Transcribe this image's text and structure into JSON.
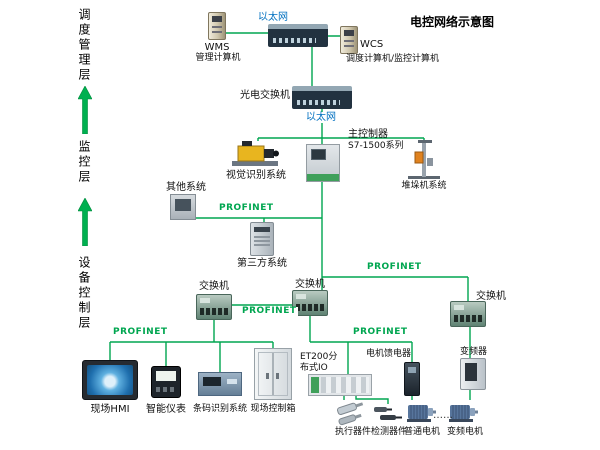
{
  "title": "电控网络示意图",
  "layers": {
    "top": "调度管理层",
    "middle": "监控层",
    "bottom": "设备控制层"
  },
  "network": {
    "ethernet": "以太网",
    "profinet": "PROFINET"
  },
  "nodes": {
    "wms": {
      "title": "WMS",
      "subtitle": "管理计算机"
    },
    "wcs": {
      "title": "WCS",
      "subtitle": "调度计算机/监控计算机"
    },
    "optical_switch": {
      "label": "光电交换机"
    },
    "plc": {
      "title": "主控制器",
      "subtitle": "S7-1500系列"
    },
    "vision": {
      "label": "视觉识别系统"
    },
    "stacker": {
      "label": "堆垛机系统"
    },
    "other_system": {
      "label": "其他系统"
    },
    "third_party": {
      "label": "第三方系统"
    },
    "switch_left": {
      "label": "交换机"
    },
    "switch_mid": {
      "label": "交换机"
    },
    "switch_right": {
      "label": "交换机"
    },
    "hmi": {
      "label": "现场HMI"
    },
    "meter": {
      "label": "智能仪表"
    },
    "barcode": {
      "label": "条码识别系统"
    },
    "control_box": {
      "label": "现场控制箱"
    },
    "et200": {
      "label": "ET200分布式IO"
    },
    "actuator": {
      "label": "执行器件"
    },
    "sensor": {
      "label": "检测器件"
    },
    "feeder": {
      "label": "电机馈电器"
    },
    "motor": {
      "label": "普通电机"
    },
    "vfd": {
      "label": "变频器"
    },
    "vfd_motor": {
      "label": "变频电机"
    },
    "more": {
      "label": "……"
    }
  },
  "colors": {
    "connection_line": "#00a650",
    "profinet_text": "#00a650",
    "ethernet_text": "#0070c0",
    "layer_arrow": "#00b050"
  },
  "icons": {
    "wms": "server-tower",
    "wcs": "server-tower",
    "top_switch": "rack-switch",
    "optical_switch": "rack-switch",
    "plc": "plc-controller",
    "vision": "industrial-camera",
    "stacker": "stacker-crane",
    "other_system": "gray-device",
    "third_party": "server-tower",
    "switch": "industrial-switch",
    "hmi": "touch-panel",
    "meter": "digital-meter",
    "barcode": "barcode-scanner",
    "control_box": "control-cabinet",
    "et200": "io-rack",
    "actuator": "pneumatic-cylinder",
    "sensor": "proximity-sensor",
    "feeder": "motor-starter",
    "motor": "electric-motor",
    "vfd": "frequency-drive",
    "vfd_motor": "electric-motor"
  }
}
